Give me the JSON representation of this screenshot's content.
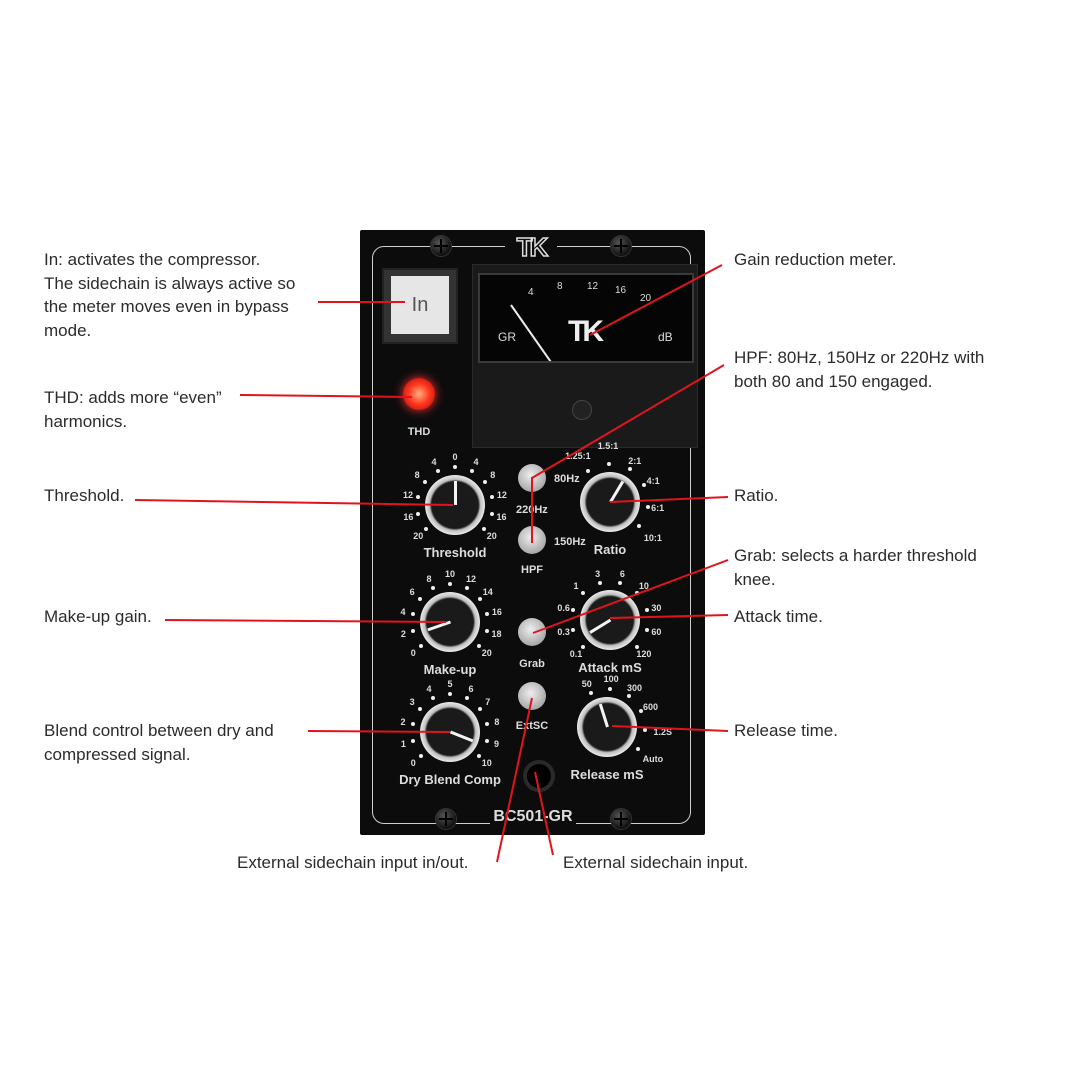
{
  "annotations": {
    "in": [
      "In: activates the compressor.",
      "The sidechain is always active so",
      "the meter moves even in bypass",
      "mode."
    ],
    "thd": [
      "THD: adds more “even”",
      "harmonics."
    ],
    "threshold": [
      "Threshold."
    ],
    "makeup": [
      "Make-up gain."
    ],
    "blend": [
      "Blend control between dry and",
      "compressed signal."
    ],
    "gr_meter": [
      "Gain reduction meter."
    ],
    "hpf": [
      "HPF: 80Hz, 150Hz or 220Hz with",
      "both 80 and 150 engaged."
    ],
    "ratio": [
      "Ratio."
    ],
    "grab": [
      "Grab: selects a harder threshold",
      "knee."
    ],
    "attack": [
      "Attack time."
    ],
    "release": [
      "Release time."
    ],
    "extsc_inout": [
      "External sidechain input in/out."
    ],
    "extsc_input": [
      "External sidechain input."
    ]
  },
  "colors": {
    "annotation_line": "#e0141e",
    "panel": "#0c0c0c",
    "led": "#ff3a20"
  },
  "panel": {
    "logo": "TK",
    "model": "BC501-GR",
    "in_button": "In",
    "thd_label": "THD",
    "thd_led_on": true,
    "meter": {
      "scale": [
        "4",
        "8",
        "12",
        "16",
        "20"
      ],
      "left": "GR",
      "right": "dB",
      "logo": "TK"
    },
    "hpf": {
      "label": "HPF",
      "top": "80Hz",
      "mid": "220Hz",
      "bottom": "150Hz"
    },
    "grab_label": "Grab",
    "extsc_label": "ExtSC",
    "knobs": {
      "threshold": {
        "label": "Threshold",
        "scale": [
          "20",
          "16",
          "12",
          "8",
          "4",
          "0",
          "4",
          "8",
          "12",
          "16",
          "20"
        ],
        "setting": 0.5
      },
      "makeup": {
        "label": "Make-up",
        "scale": [
          "0",
          "2",
          "4",
          "6",
          "8",
          "10",
          "12",
          "14",
          "16",
          "18",
          "20"
        ],
        "setting": 0.08
      },
      "blend": {
        "label": "Dry  Blend  Comp",
        "scale": [
          "0",
          "1",
          "2",
          "3",
          "4",
          "5",
          "6",
          "7",
          "8",
          "9",
          "10"
        ],
        "setting": 0.93
      },
      "ratio": {
        "label": "Ratio",
        "scale": [
          "1.25:1",
          "1.5:1",
          "2:1",
          "4:1",
          "6:1",
          "10:1"
        ],
        "setting": 0.4
      },
      "attack": {
        "label": "Attack mS",
        "scale": [
          "0.1",
          "0.3",
          "0.6",
          "1",
          "3",
          "6",
          "10",
          "30",
          "60",
          "120"
        ],
        "setting": 0.05
      },
      "release": {
        "label": "Release mS",
        "scale": [
          "50",
          "100",
          "300",
          "600",
          "1.2S",
          "Auto"
        ],
        "setting": 0.05
      }
    }
  }
}
